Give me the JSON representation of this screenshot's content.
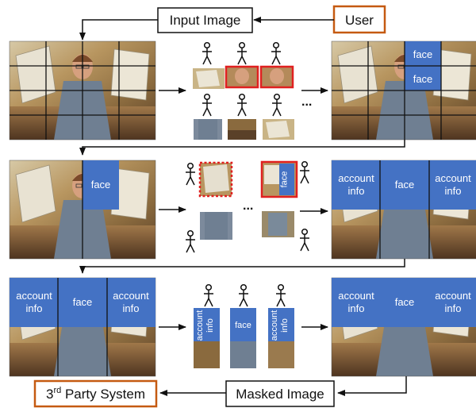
{
  "nodes": {
    "input_image": "Input Image",
    "user": "User",
    "masked_image": "Masked Image",
    "third_party_base": "3",
    "third_party_sup": "rd",
    "third_party_rest": " Party System"
  },
  "labels": {
    "face": "face",
    "account_line1": "account",
    "account_line2": "info"
  },
  "ellipsis": "...",
  "colors": {
    "mask_blue": "#4472c4",
    "orange_border": "#c55a11",
    "red_highlight": "#e02020",
    "grid_line": "#111111"
  },
  "icons": [
    "person-icon"
  ]
}
